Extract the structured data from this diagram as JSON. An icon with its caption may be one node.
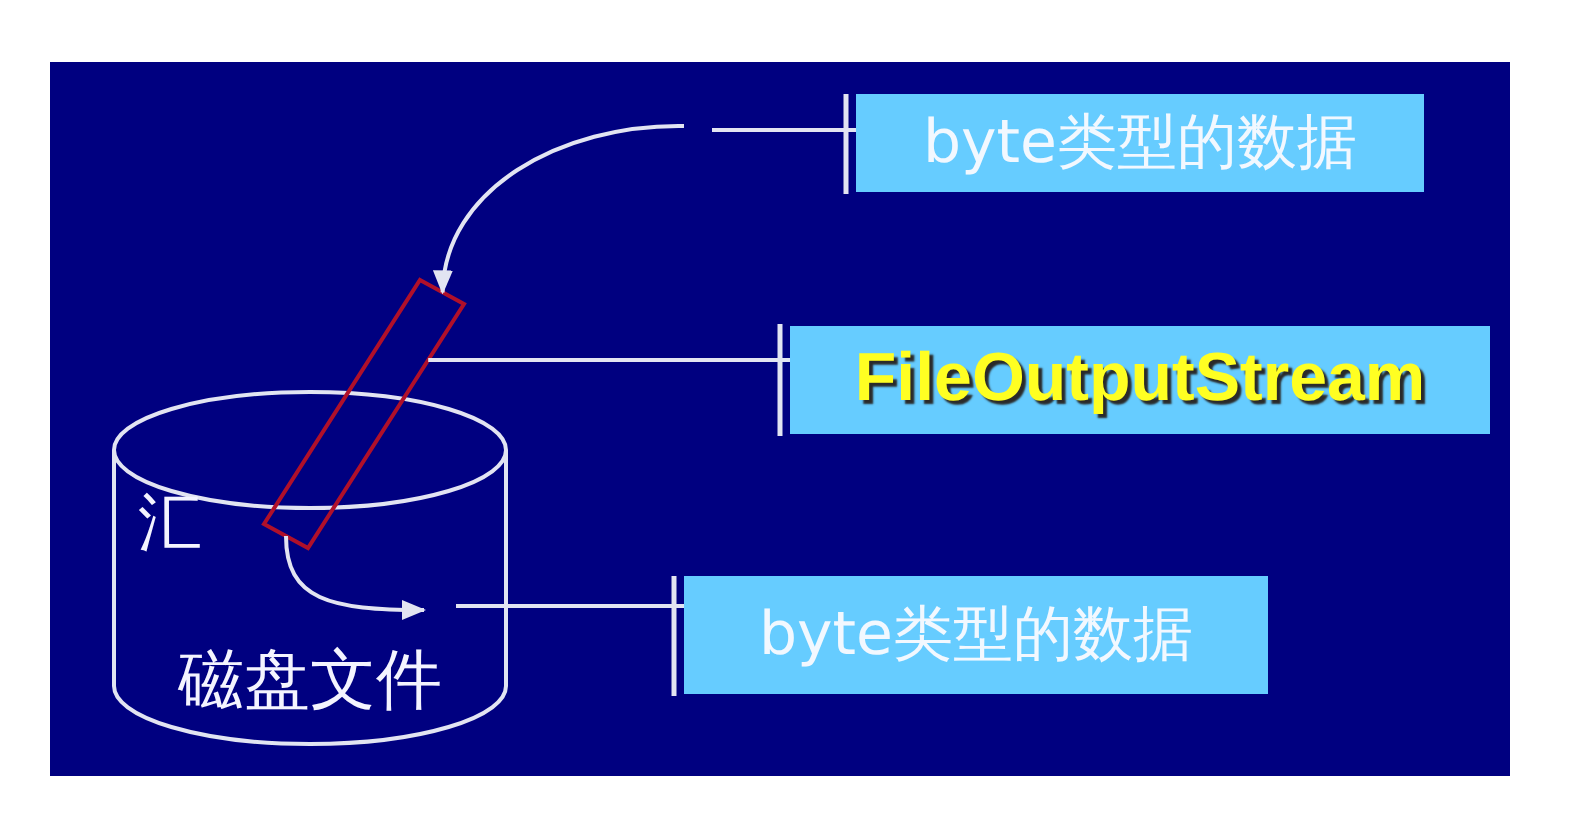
{
  "diagram": {
    "nodes": [
      {
        "text": [
          "byte类型的数据"
        ]
      },
      {
        "text": [],
        "shape": "bar"
      },
      {
        "text": [
          "FileOutputStream"
        ]
      },
      {
        "text": [
          "汇",
          "磁盘文件"
        ]
      },
      {
        "text": [
          "byte类型的数据"
        ]
      }
    ],
    "edges": [
      {
        "from": null,
        "to": 1,
        "arrow": "to"
      },
      {
        "from": 0,
        "to": null,
        "arrow": "other"
      },
      {
        "from": 2,
        "to": 1,
        "arrow": "other"
      },
      {
        "from": 1,
        "to": 3,
        "arrow": "to"
      },
      {
        "from": 4,
        "to": 3,
        "arrow": "other"
      }
    ]
  }
}
